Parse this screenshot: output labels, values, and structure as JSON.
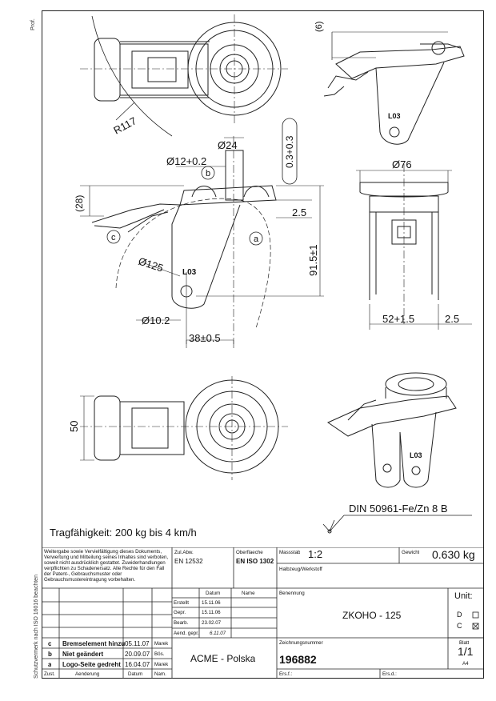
{
  "side_labels": {
    "top": "Prof.",
    "left": "Schutzvermerk nach ISO 16016 beachten"
  },
  "dimensions": {
    "top_6": "(6)",
    "r117": "R117",
    "d24": "Ø24",
    "d12": "Ø12+0.2",
    "gap": "0.3+0.3",
    "d76": "Ø76",
    "h28": "(28)",
    "h25": "2.5",
    "h915": "91.5±1",
    "d125": "Ø125",
    "d102": "Ø10.2",
    "w38": "38±0.5",
    "w52": "52+1.5",
    "w25b": "2.5",
    "w50": "50",
    "lbl_a": "a",
    "lbl_b": "b",
    "lbl_c": "c",
    "l03": "L03",
    "l03b": "L03",
    "l03c": "L03"
  },
  "notes": {
    "surface": "DIN 50961-Fe/Zn 8 B",
    "capacity": "Tragfähigkeit: 200 kg bis 4 km/h"
  },
  "titleblock": {
    "copyright": "Weitergabe sowie Vervielfältigung dieses Dokuments, Verwertung und Mitteilung seines Inhaltes sind verboten, soweit nicht ausdrücklich gestattet. Zuwiderhandlungen verpflichten zu Schadenersatz. Alle Rechte für den Fall der Patent-, Gebrauchsmuster oder Gebrauchsmustereintragung vorbehalten.",
    "zul_abw_label": "Zul.Abw.",
    "zul_abw_value": "EN 12532",
    "oberflaeche_label": "Oberflaeche",
    "oberflaeche_value": "EN ISO 1302",
    "massstab_label": "Massstab",
    "massstab_value": "1:2",
    "gewicht_label": "Gewicht",
    "gewicht_value": "0.630 kg",
    "halbzeug_label": "Halbzeug/Werkstoff",
    "datum_header": "Datum",
    "name_header": "Name",
    "benennung_label": "Benennung",
    "benennung_value": "ZKOHO - 125",
    "unit_label": "Unit:",
    "unit_d": "D",
    "unit_c": "C",
    "rows": [
      {
        "label": "Erstellt",
        "date": "15.11.06"
      },
      {
        "label": "Gepr.",
        "date": "15.11.06"
      },
      {
        "label": "Bearb.",
        "date": "23.02.07"
      },
      {
        "label": "Aend. gepr.",
        "date": "6.11.07"
      }
    ],
    "revisions": [
      {
        "mark": "c",
        "text": "Bremselement hinzu",
        "date": "05.11.07",
        "name": "Marek"
      },
      {
        "mark": "b",
        "text": "Niet geändert",
        "date": "20.09.07",
        "name": "Bös."
      },
      {
        "mark": "a",
        "text": "Logo-Seite gedreht",
        "date": "16.04.07",
        "name": "Marek"
      }
    ],
    "rev_header": {
      "zust": "Zust.",
      "aenderung": "Aenderung",
      "datum": "Datum",
      "nam": "Nam."
    },
    "company": "ACME - Polska",
    "zeichnungsnummer_label": "Zeichnungsnummer",
    "zeichnungsnummer_value": "196882",
    "blatt_label": "Blatt",
    "blatt_value": "1/1",
    "format": "A4",
    "ers_f": "Ers.f.:",
    "ers_d": "Ers.d.:"
  }
}
